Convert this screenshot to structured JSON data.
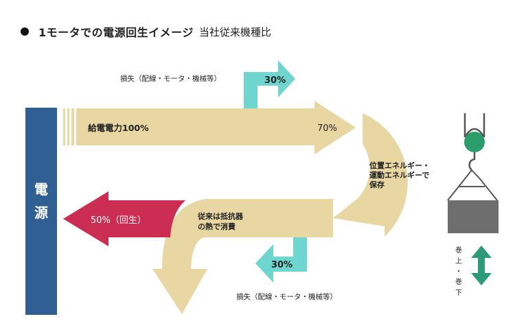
{
  "title": {
    "main": "1モータでの電源回生イメージ",
    "sub": "当社従来機種比"
  },
  "labels": {
    "power_source": "電源",
    "supply": "給電電力100%",
    "after_loss": "70%",
    "loss_top_pct": "30%",
    "loss_top_text": "損失（配線・モータ・機械等）",
    "stored_line1": "位置エネルギー・",
    "stored_line2": "運動エネルギーで",
    "stored_line3": "保存",
    "conventional_line1": "従来は抵抗器",
    "conventional_line2": "の熱で消費",
    "regen": "50%（回生）",
    "loss_bottom_pct": "30%",
    "loss_bottom_text": "損失（配線・モータ・機械等）",
    "hoist_up": "巻上",
    "hoist_dot": "・",
    "hoist_down": "巻下"
  },
  "colors": {
    "flow": "#e8d7a3",
    "loss": "#6fd6cf",
    "regen": "#cc2d52",
    "source_bar": "#2f5f93",
    "hook_green": "#2a9d6a",
    "arrow_green": "#2d9a78",
    "load_gray": "#6e6e6e"
  },
  "icons": {
    "hook": "crane-hook-icon",
    "updown": "up-down-arrow-icon"
  }
}
